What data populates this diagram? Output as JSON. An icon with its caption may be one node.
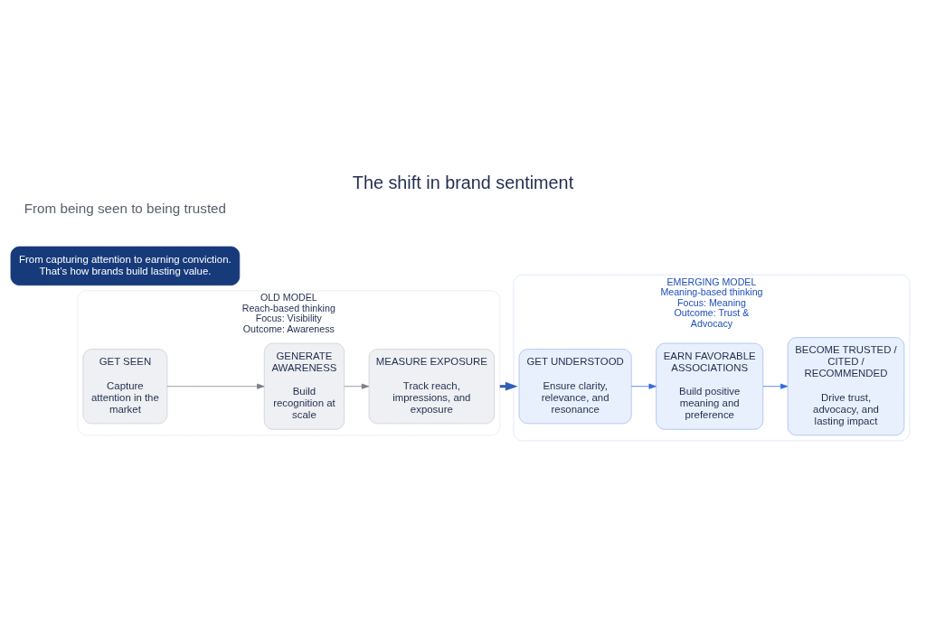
{
  "diagram": {
    "title": "The shift in brand sentiment",
    "nodes": [
      {
        "text": [
          "OLD MODEL",
          "Reach-based thinking",
          "Focus: Visibility Outcome: Awareness"
        ]
      },
      {
        "text": [
          "GET SEEN",
          "Capture attention in the market"
        ],
        "in": 0
      },
      {
        "text": [
          "GENERATE AWARENESS",
          "Build recognition at scale"
        ],
        "in": 0
      },
      {
        "text": [
          "MEASURE EXPOSURE",
          "Track reach, impressions, and exposure"
        ],
        "in": 0
      },
      {
        "text": [
          "EMERGING MODEL",
          "Meaning-based thinking",
          "Focus: Meaning Outcome: Trust & Advocacy"
        ]
      },
      {
        "text": [
          "GET UNDERSTOOD",
          "Ensure clarity, relevance, and resonance"
        ],
        "in": 4
      },
      {
        "text": [
          "EARN FAVORABLE ASSOCIATIONS",
          "Build positive meaning and preference"
        ],
        "in": 4
      },
      {
        "text": [
          "BECOME TRUSTED / CITED / RECOMMENDED",
          "Drive trust, advocacy, and lasting impact"
        ],
        "in": 4
      },
      {
        "text": [
          "From capturing attention to earning conviction. That’s how brands build lasting value."
        ]
      }
    ],
    "edges": [
      {
        "from": 1,
        "to": 2,
        "arrow": "to",
        "color": "#7a7f87"
      },
      {
        "from": 2,
        "to": 3,
        "arrow": "to",
        "color": "#7a7f87"
      },
      {
        "from": 0,
        "to": 4,
        "arrow": "to",
        "style": "thick",
        "color": "#2f5fb8"
      },
      {
        "from": 5,
        "to": 6,
        "arrow": "to",
        "color": "#2f6be0"
      },
      {
        "from": 6,
        "to": 7,
        "arrow": "to",
        "color": "#2f6be0"
      }
    ],
    "labels": [
      "From being seen to being trusted"
    ]
  }
}
